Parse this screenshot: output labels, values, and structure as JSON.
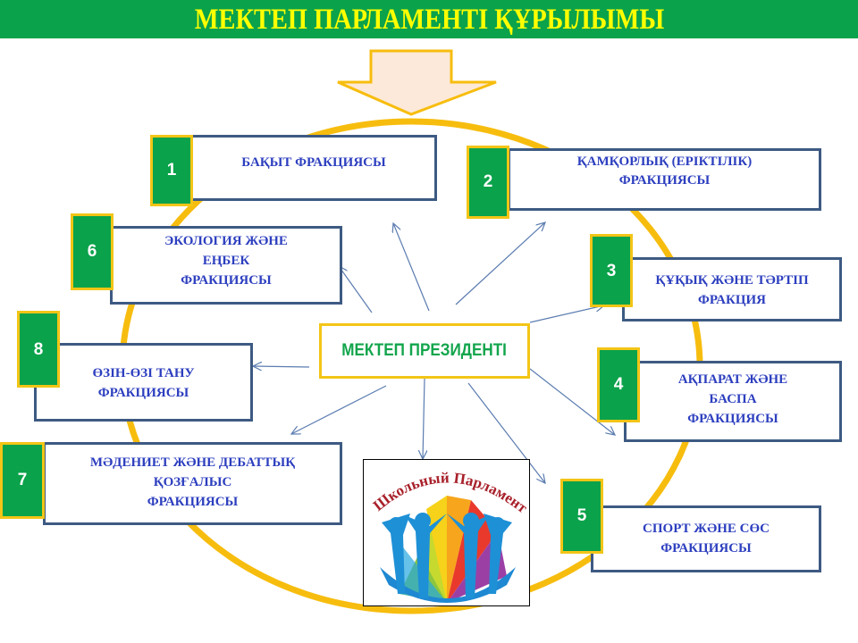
{
  "title": "МЕКТЕП ПАРЛАМЕНТІ ҚҰРЫЛЫМЫ",
  "center": {
    "label": "МЕКТЕП ПРЕЗИДЕНТІ"
  },
  "factions": [
    {
      "number": "1",
      "label": "БАҚЫТ ФРАКЦИЯСЫ"
    },
    {
      "number": "2",
      "label": "ҚАМҚОРЛЫҚ (ЕРІКТІЛІК)\nФРАКЦИЯСЫ"
    },
    {
      "number": "3",
      "label": "ҚҰҚЫҚ ЖӘНЕ ТӘРТІП\nФРАКЦИЯ"
    },
    {
      "number": "4",
      "label": "АҚПАРАТ  ЖӘНЕ\nБАСПА\nФРАКЦИЯСЫ"
    },
    {
      "number": "5",
      "label": "СПОРТ ЖӘНЕ СӨС\nФРАКЦИЯСЫ"
    },
    {
      "number": "6",
      "label": "ЭКОЛОГИЯ ЖӘНЕ\nЕҢБЕК\nФРАКЦИЯСЫ"
    },
    {
      "number": "7",
      "label": "МӘДЕНИЕТ ЖӘНЕ ДЕБАТТЫҚ\nҚОЗҒАЛЫС\nФРАКЦИЯСЫ"
    },
    {
      "number": "8",
      "label": "ӨЗІН-ӨЗІ ТАНУ\nФРАКЦИЯСЫ"
    }
  ],
  "logo": {
    "caption": "Школьный Парламент"
  },
  "colors": {
    "title_bg": "#0aa24b",
    "title_text": "#ffff00",
    "badge_bg": "#0aa24b",
    "badge_border": "#f3c516",
    "box_border": "#3d5a82",
    "faction_text": "#2d3fbf",
    "president_text": "#12a54c",
    "ring": "#f7bd0e",
    "arrow_fill": "#fde9d9"
  }
}
